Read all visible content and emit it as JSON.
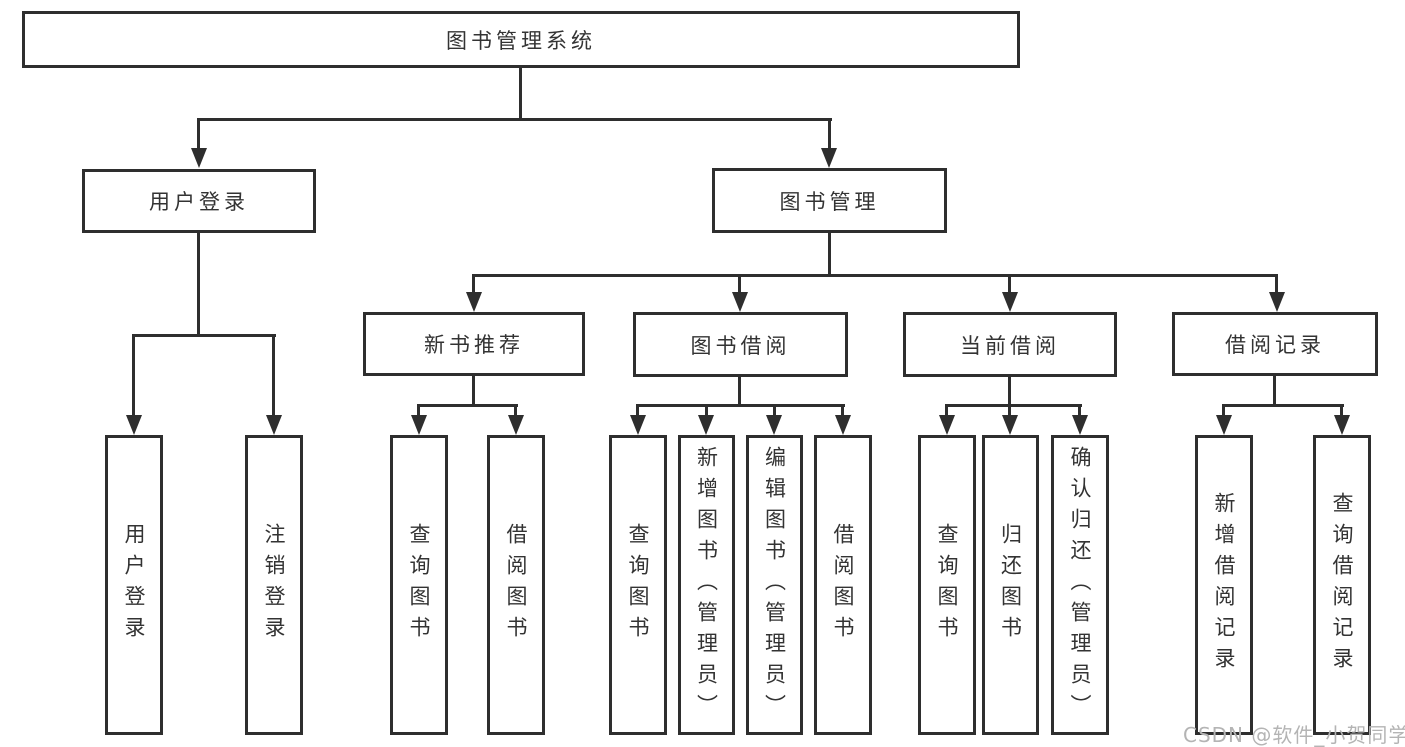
{
  "tree": {
    "root": {
      "label": "图书管理系统"
    },
    "branches": [
      {
        "label": "用户登录",
        "children": [
          {
            "label": "用户登录"
          },
          {
            "label": "注销登录"
          }
        ]
      },
      {
        "label": "图书管理",
        "children": [
          {
            "label": "新书推荐",
            "children": [
              {
                "label": "查询图书"
              },
              {
                "label": "借阅图书"
              }
            ]
          },
          {
            "label": "图书借阅",
            "children": [
              {
                "label": "查询图书"
              },
              {
                "label": "新增图书（管理员）"
              },
              {
                "label": "编辑图书（管理员）"
              },
              {
                "label": "借阅图书"
              }
            ]
          },
          {
            "label": "当前借阅",
            "children": [
              {
                "label": "查询图书"
              },
              {
                "label": "归还图书"
              },
              {
                "label": "确认归还（管理员）"
              }
            ]
          },
          {
            "label": "借阅记录",
            "children": [
              {
                "label": "新增借阅记录"
              },
              {
                "label": "查询借阅记录"
              }
            ]
          }
        ]
      }
    ]
  },
  "watermark": {
    "text": "CSDN @软件_小贺同学"
  },
  "colors": {
    "line": "#2e2e2e",
    "text": "#333333",
    "watermark": "#b4b4b4",
    "bg": "#ffffff"
  }
}
